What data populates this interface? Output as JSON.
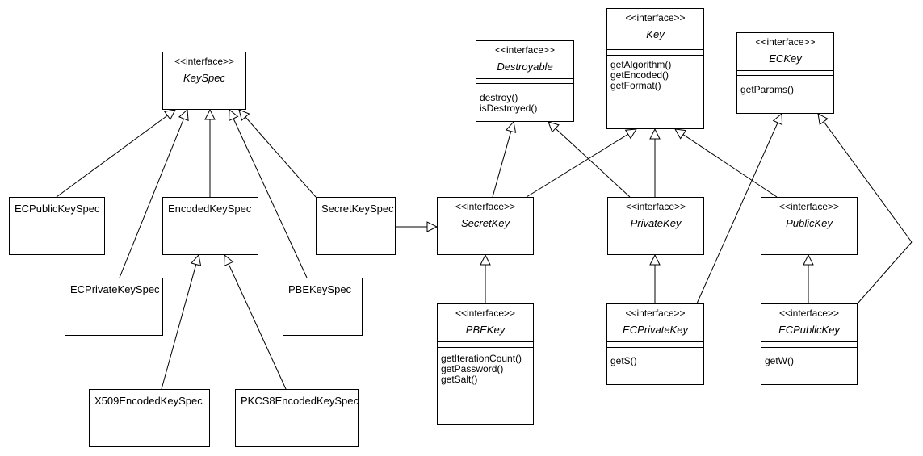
{
  "stereotype": "<<interface>>",
  "interfaces": {
    "keyspec": {
      "name": "KeySpec",
      "methods": []
    },
    "destroyable": {
      "name": "Destroyable",
      "methods": [
        "destroy()",
        "isDestroyed()"
      ]
    },
    "key": {
      "name": "Key",
      "methods": [
        "getAlgorithm()",
        "getEncoded()",
        "getFormat()"
      ]
    },
    "eckey": {
      "name": "ECKey",
      "methods": [
        "getParams()"
      ]
    },
    "secretkey": {
      "name": "SecretKey",
      "methods": []
    },
    "privatekey": {
      "name": "PrivateKey",
      "methods": []
    },
    "publickey": {
      "name": "PublicKey",
      "methods": []
    },
    "pbekey": {
      "name": "PBEKey",
      "methods": [
        "getIterationCount()",
        "getPassword()",
        "getSalt()"
      ]
    },
    "ecprivatekey": {
      "name": "ECPrivateKey",
      "methods": [
        "getS()"
      ]
    },
    "ecpublickey": {
      "name": "ECPublicKey",
      "methods": [
        "getW()"
      ]
    }
  },
  "classes": {
    "ecpublickeyspec": "ECPublicKeySpec",
    "encodedkeyspec": "EncodedKeySpec",
    "secretkeyspec": "SecretKeySpec",
    "ecprivatekeyspec": "ECPrivateKeySpec",
    "pbekeyspec": "PBEKeySpec",
    "x509encodedkeyspec": "X509EncodedKeySpec",
    "pkcs8encodedkeyspec": "PKCS8EncodedKeySpec"
  }
}
